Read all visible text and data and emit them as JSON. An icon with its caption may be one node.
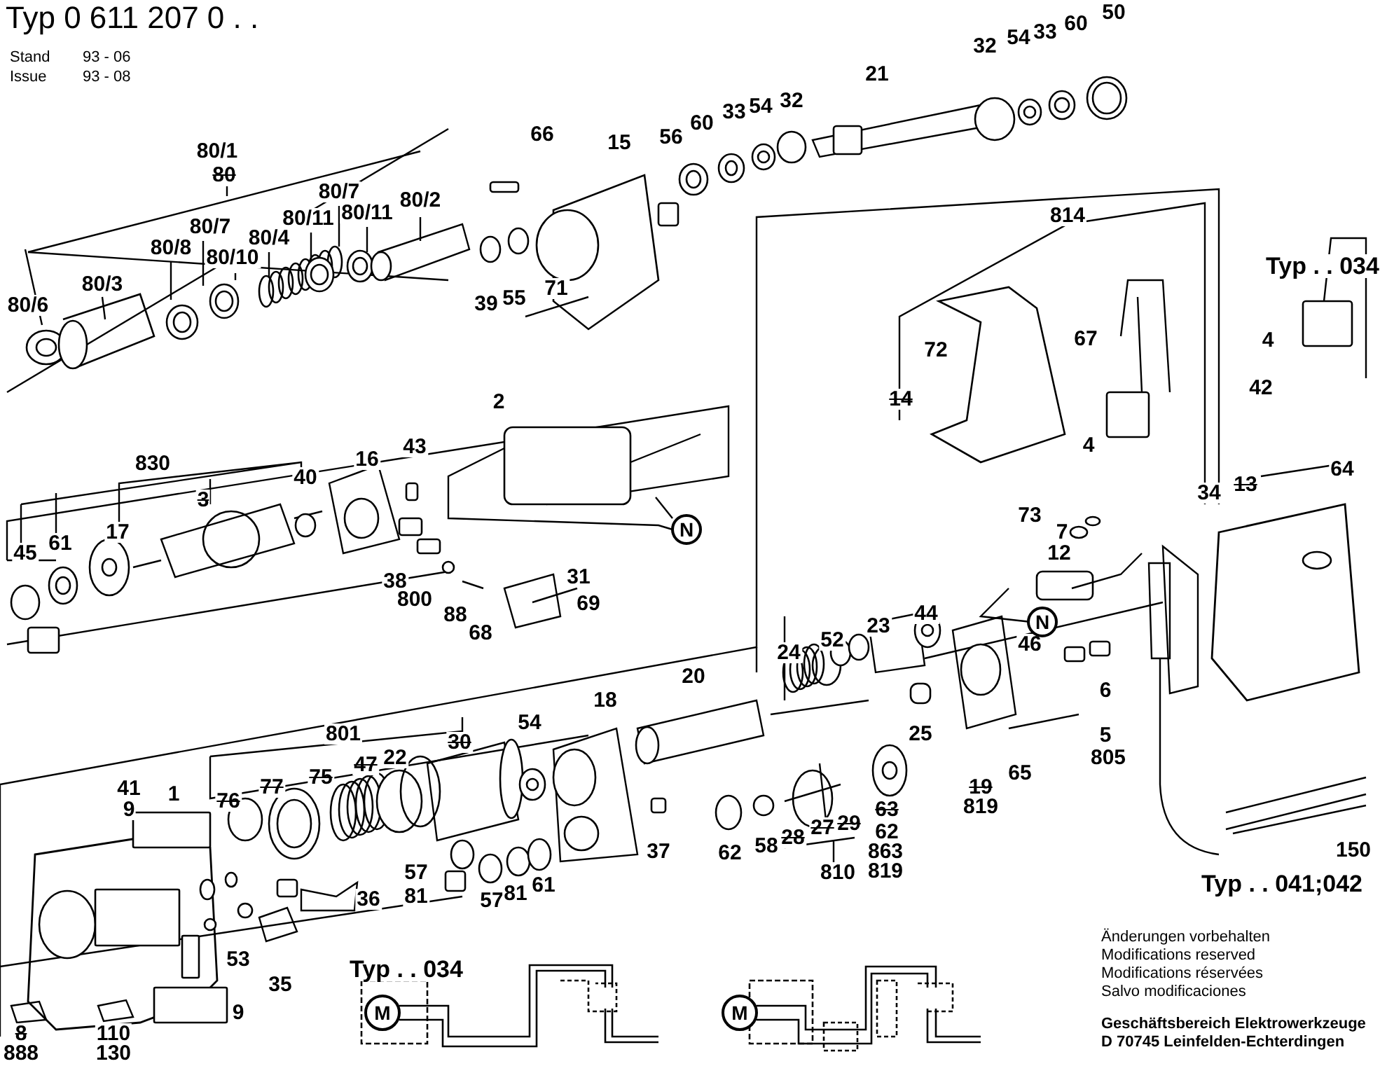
{
  "diagram": {
    "title": "Typ 0 611 207 0 . .",
    "nodes": [
      {
        "text": [
          "N"
        ]
      },
      {
        "text": [
          "N"
        ]
      },
      {
        "text": [
          "M"
        ]
      },
      {
        "text": [
          "M"
        ]
      }
    ],
    "labels": [
      "Stand",
      "93 - 06",
      "Issue",
      "93 - 08",
      "80/1",
      "80",
      "80/7",
      "80/8",
      "80/10",
      "80/4",
      "80/11",
      "80/7",
      "80/11",
      "80/2",
      "80/3",
      "80/6",
      "66",
      "15",
      "56",
      "60",
      "33",
      "54",
      "32",
      "21",
      "32",
      "54",
      "33",
      "60",
      "50",
      "39",
      "55",
      "71",
      "814",
      "Typ . . 034",
      "72",
      "67",
      "14",
      "4",
      "4",
      "42",
      "64",
      "34",
      "13",
      "73",
      "7",
      "12",
      "46",
      "6",
      "5",
      "805",
      "150",
      "Typ . . 041;042",
      "2",
      "830",
      "16",
      "43",
      "40",
      "3",
      "17",
      "61",
      "45",
      "31",
      "69",
      "38",
      "800",
      "88",
      "68",
      "20",
      "18",
      "24",
      "52",
      "23",
      "44",
      "801",
      "30",
      "22",
      "47",
      "75",
      "77",
      "76",
      "54",
      "25",
      "41",
      "9",
      "1",
      "37",
      "57",
      "36",
      "81",
      "57",
      "81",
      "61",
      "53",
      "35",
      "9",
      "8",
      "888",
      "110",
      "130",
      "65",
      "62",
      "58",
      "28",
      "27",
      "29",
      "63",
      "62",
      "810",
      "863",
      "819",
      "19",
      "819",
      "Typ . . 034",
      "Änderungen vorbehalten",
      "Modifications reserved",
      "Modifications réservées",
      "Salvo modificaciones",
      "Geschäftsbereich Elektrowerkzeuge",
      "D 70745 Leinfelden-Echterdingen"
    ]
  }
}
